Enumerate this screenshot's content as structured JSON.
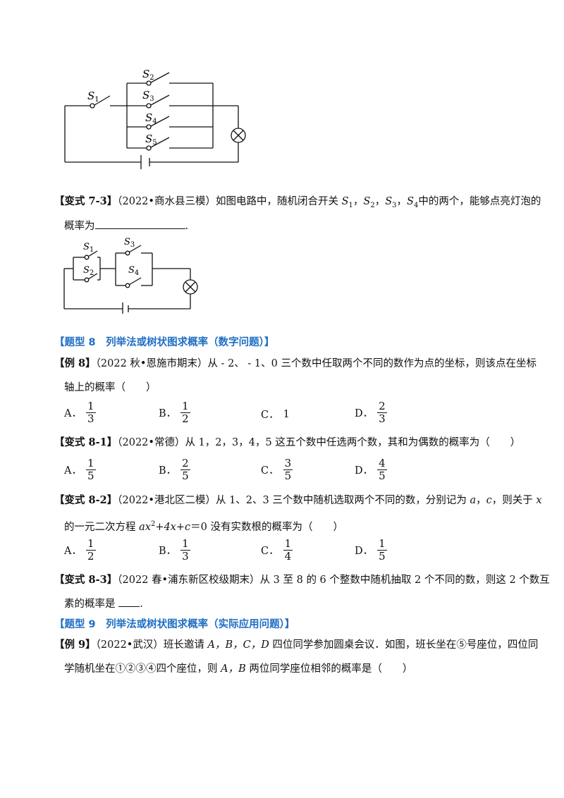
{
  "circuit1": {
    "labels": [
      "S1",
      "S2",
      "S3",
      "S4",
      "S5"
    ]
  },
  "v73": {
    "tag": "【变式 7-3】",
    "source": "（2022•商水县三模）",
    "text_a": "如图电路中，随机闭合开关 ",
    "switches": [
      "S1",
      "S2",
      "S3",
      "S4"
    ],
    "text_b": "中的两个，能够点亮灯泡的",
    "line2": "概率为",
    "end": "."
  },
  "circuit2": {
    "labels": [
      "S1",
      "S2",
      "S3",
      "S4"
    ]
  },
  "h8": {
    "text": "【题型 8　列举法或树状图求概率（数字问题）】"
  },
  "ex8": {
    "tag": "【例 8】",
    "source": "（2022 秋•恩施市期末）",
    "line1": "从 - 2、 - 1、0 三个数中任取两个不同的数作为点的坐标，则该点在坐标",
    "line2": "轴上的概率（　　）",
    "options": [
      {
        "letter": "A．",
        "num": "1",
        "den": "3"
      },
      {
        "letter": "B．",
        "num": "1",
        "den": "2"
      },
      {
        "letter": "C．",
        "value": "1"
      },
      {
        "letter": "D．",
        "num": "2",
        "den": "3"
      }
    ]
  },
  "v81": {
    "tag": "【变式 8-1】",
    "source": "（2022•常德）",
    "line1": "从 1，2，3，4，5 这五个数中任选两个数，其和为偶数的概率为（　　）",
    "options": [
      {
        "letter": "A．",
        "num": "1",
        "den": "5"
      },
      {
        "letter": "B．",
        "num": "2",
        "den": "5"
      },
      {
        "letter": "C．",
        "num": "3",
        "den": "5"
      },
      {
        "letter": "D．",
        "num": "4",
        "den": "5"
      }
    ]
  },
  "v82": {
    "tag": "【变式 8-2】",
    "source": "（2022•港北区二模）",
    "line1a": "从 1、2、3 三个数中随机选取两个不同的数，分别记为 ",
    "var_a": "a",
    "sep": "，",
    "var_c": "c",
    "line1b": "，则关于 ",
    "var_x": "x",
    "line2a": "的一元二次方程 ",
    "eq_a": "ax",
    "eq_sup": "2",
    "eq_b": "+4x+c",
    "line2b": "＝0 没有实数根的概率为（　　）",
    "options": [
      {
        "letter": "A．",
        "num": "1",
        "den": "2"
      },
      {
        "letter": "B．",
        "num": "1",
        "den": "3"
      },
      {
        "letter": "C．",
        "num": "1",
        "den": "4"
      },
      {
        "letter": "D．",
        "num": "1",
        "den": "5"
      }
    ]
  },
  "v83": {
    "tag": "【变式 8-3】",
    "source": "（2022 春•浦东新区校级期末）",
    "line1": "从 3 至 8 的 6 个整数中随机抽取 2 个不同的数，则这 2 个数互",
    "line2": "素的概率是 ",
    "end": "."
  },
  "h9": {
    "text": "【题型 9　列举法或树状图求概率（实际应用问题）】"
  },
  "ex9": {
    "tag": "【例 9】",
    "source": "（2022•武汉）",
    "line1a": "班长邀请 ",
    "people": "A，B，C，D",
    "line1b": " 四位同学参加圆桌会议．如图，班长坐在⑤号座位，四位同",
    "line2a": "学随机坐在①②③④四个座位，则 ",
    "pair": "A，B",
    "line2b": " 两位同学座位相邻的概率是（　　）"
  }
}
